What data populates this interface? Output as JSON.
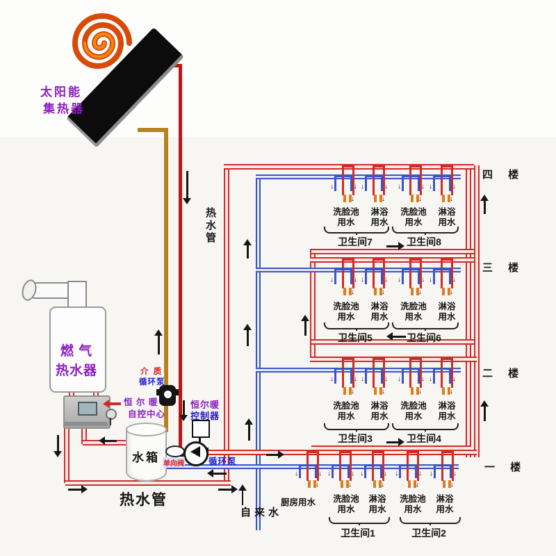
{
  "solar_collector": {
    "label_line1": "太阳能",
    "label_line2": "集热器"
  },
  "gas_heater": {
    "label_line1": "燃 气",
    "label_line2": "热水器"
  },
  "control_center": {
    "label_line1": "恒 尔 暖",
    "label_line2": "自控中心"
  },
  "medium_pump": {
    "label_line1": "介 质",
    "label_line2": "循环泵"
  },
  "hev_controller": {
    "label_line1": "恒尔暖",
    "label_line2": "控制器"
  },
  "water_tank": {
    "label": "水箱"
  },
  "check_valve": {
    "label": "单向阀"
  },
  "circulation_pump": {
    "label": "循环泵"
  },
  "hot_water_pipe": {
    "bottom_label": "热水管",
    "vertical_label": "热水管"
  },
  "tap_water": {
    "label": "自来水"
  },
  "fixtures": {
    "basin_line1": "洗脸池",
    "basin_line2": "用水",
    "shower_line1": "淋浴",
    "shower_line2": "用水",
    "kitchen": "厨房用水"
  },
  "floors": [
    {
      "label": "四 楼",
      "bathrooms": [
        "卫生间7",
        "卫生间8"
      ]
    },
    {
      "label": "三 楼",
      "bathrooms": [
        "卫生间5",
        "卫生间6"
      ]
    },
    {
      "label": "二 楼",
      "bathrooms": [
        "卫生间3",
        "卫生间4"
      ]
    },
    {
      "label": "一 楼",
      "bathrooms": [
        "卫生间1",
        "卫生间2"
      ]
    }
  ],
  "colors": {
    "hot": "#cf2b28",
    "cold": "#3a55c8",
    "solar_medium": "#b5821f",
    "accent_purple": "#8d1ec2"
  }
}
